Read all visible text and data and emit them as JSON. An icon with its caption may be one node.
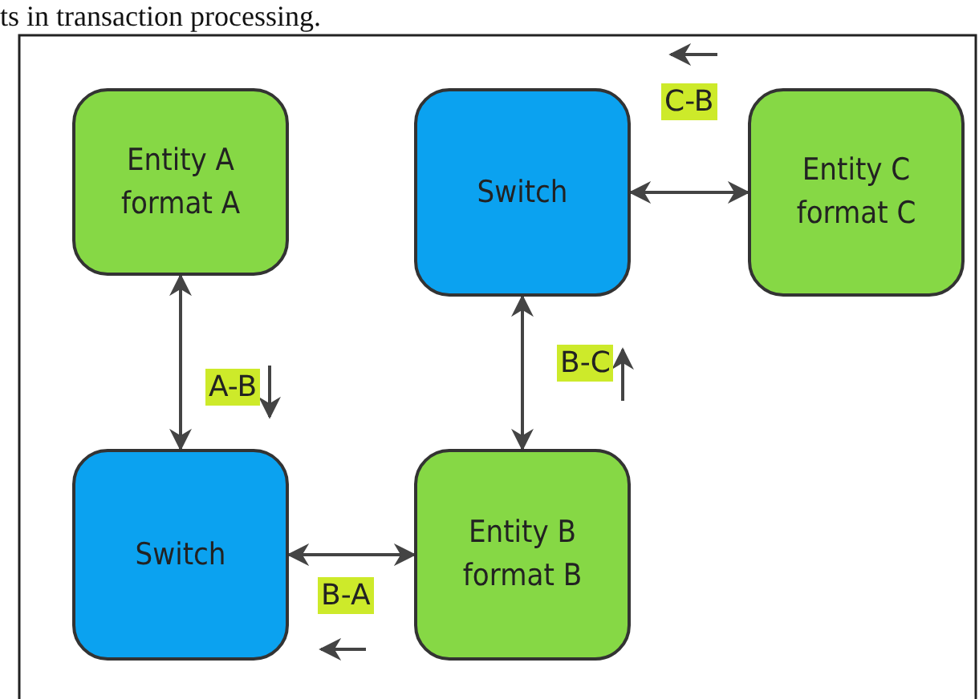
{
  "diagram": {
    "nodes": [
      {
        "text": [
          "Entity A format A"
        ]
      },
      {
        "text": [
          "Switch"
        ]
      },
      {
        "text": [
          "Entity C format C"
        ]
      },
      {
        "text": [
          "Switch"
        ]
      },
      {
        "text": [
          "Entity B format B"
        ]
      }
    ],
    "edges": [
      {
        "from": 0,
        "to": 3,
        "arrow": "both",
        "label": "A-B"
      },
      {
        "from": 1,
        "to": 4,
        "arrow": "both",
        "label": "B-C"
      },
      {
        "from": 1,
        "to": 2,
        "arrow": "both",
        "label": "C-B"
      },
      {
        "from": 3,
        "to": 4,
        "arrow": "both",
        "label": "B-A"
      }
    ],
    "labels": [
      "ts in transaction processing."
    ]
  }
}
